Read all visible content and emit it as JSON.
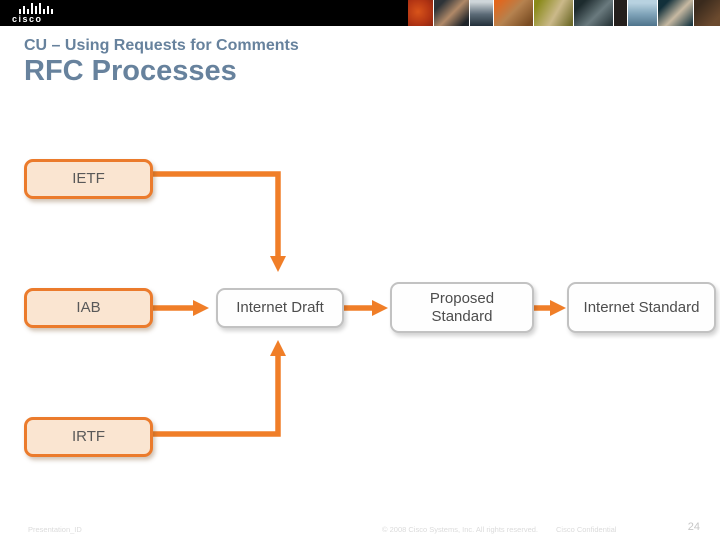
{
  "header": {
    "logo_text": "cisco"
  },
  "slide": {
    "kicker": "CU – Using Requests for Comments",
    "title": "RFC Processes"
  },
  "diagram": {
    "nodes": [
      {
        "id": "ietf",
        "label": "IETF",
        "style": "orange"
      },
      {
        "id": "iab",
        "label": "IAB",
        "style": "orange"
      },
      {
        "id": "irtf",
        "label": "IRTF",
        "style": "orange"
      },
      {
        "id": "internet-draft",
        "label": "Internet Draft",
        "style": "gray"
      },
      {
        "id": "proposed-standard",
        "label": "Proposed Standard",
        "style": "gray"
      },
      {
        "id": "internet-standard",
        "label": "Internet Standard",
        "style": "gray"
      }
    ],
    "edges": [
      {
        "from": "IETF",
        "to": "Internet Draft"
      },
      {
        "from": "IAB",
        "to": "Internet Draft"
      },
      {
        "from": "IRTF",
        "to": "Internet Draft"
      },
      {
        "from": "Internet Draft",
        "to": "Proposed Standard"
      },
      {
        "from": "Proposed Standard",
        "to": "Internet Standard"
      }
    ]
  },
  "footer": {
    "presentation_id": "Presentation_ID",
    "copyright": "© 2008 Cisco Systems, Inc. All rights reserved.",
    "confidential": "Cisco Confidential",
    "page_number": "24"
  },
  "theme": {
    "accent_orange": "#F07E28",
    "orange_box_border": "#EB7B2C",
    "orange_box_fill": "#FAE5D1",
    "gray_box_border": "#C2C2C2",
    "title_color": "#67829D",
    "topbar_color": "#000000"
  }
}
